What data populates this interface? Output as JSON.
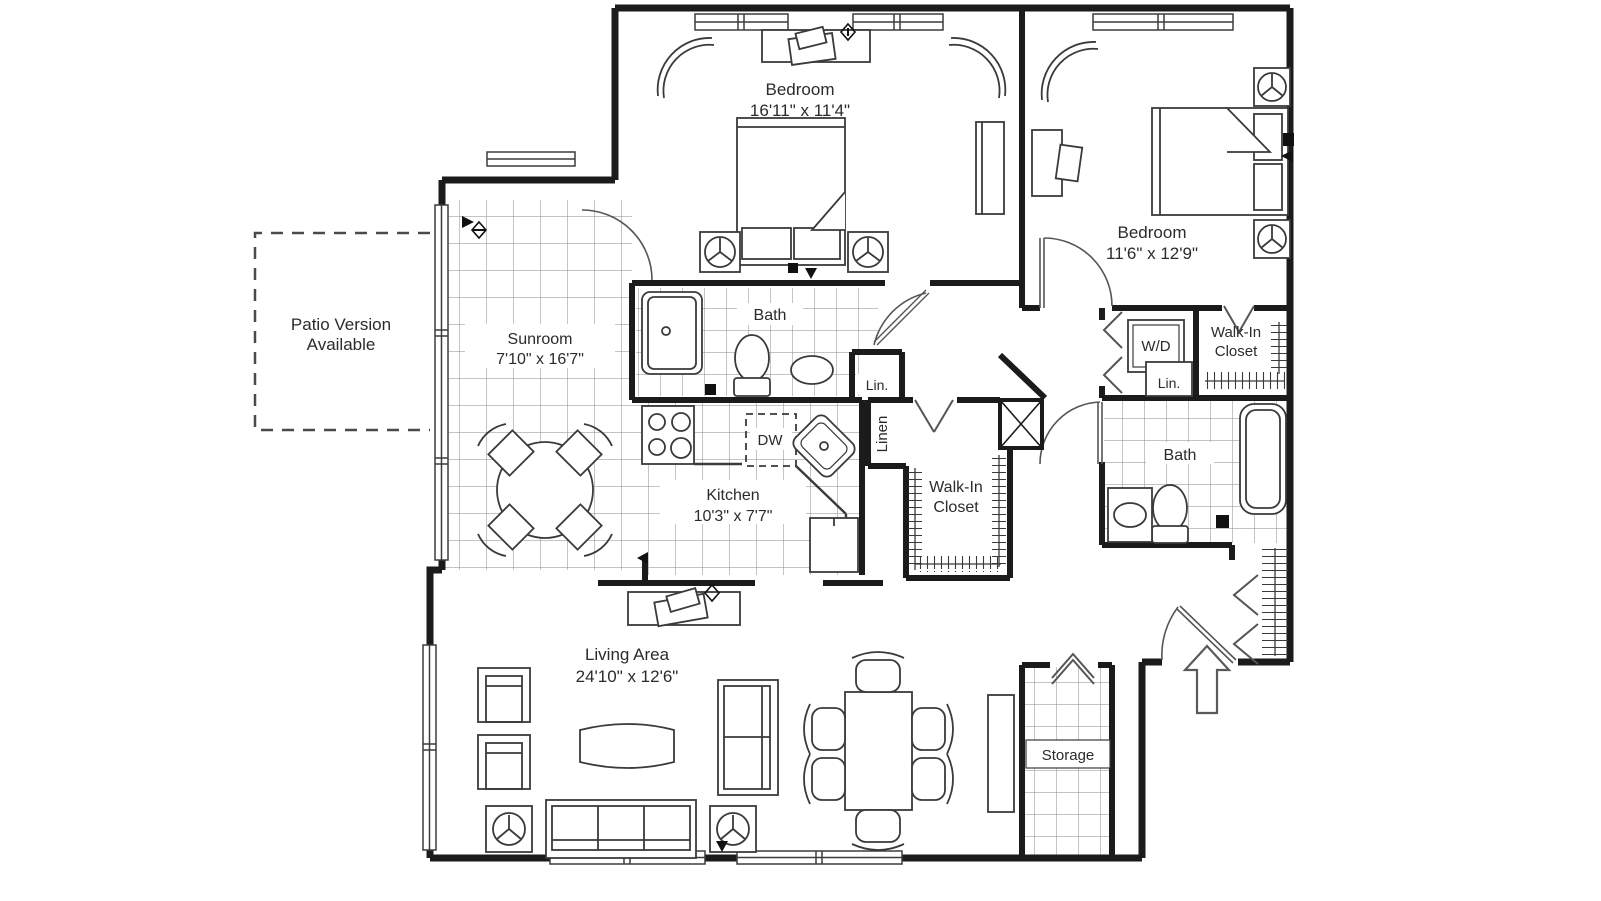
{
  "plan": {
    "type": "apartment-floor-plan",
    "line_color": "#1f1f1f",
    "background": "#ffffff"
  },
  "rooms": {
    "bedroom1": {
      "name": "Bedroom",
      "dims": "16'11\" x 11'4\""
    },
    "bedroom2": {
      "name": "Bedroom",
      "dims": "11'6\" x 12'9\""
    },
    "sunroom": {
      "name": "Sunroom",
      "dims": "7'10\" x 16'7\""
    },
    "kitchen": {
      "name": "Kitchen",
      "dims": "10'3\" x 7'7\""
    },
    "living": {
      "name": "Living Area",
      "dims": "24'10\" x 12'6\""
    },
    "bath1": {
      "name": "Bath"
    },
    "bath2": {
      "name": "Bath"
    },
    "walkin_center": {
      "line1": "Walk-In",
      "line2": "Closet"
    },
    "walkin_right": {
      "line1": "Walk-In",
      "line2": "Closet"
    },
    "wd": {
      "name": "W/D"
    },
    "lin_bath": {
      "name": "Lin."
    },
    "lin_wd": {
      "name": "Lin."
    },
    "linen": {
      "name": "Linen"
    },
    "storage": {
      "name": "Storage"
    },
    "patio": {
      "line1": "Patio Version",
      "line2": "Available"
    },
    "dw": {
      "name": "DW"
    }
  }
}
